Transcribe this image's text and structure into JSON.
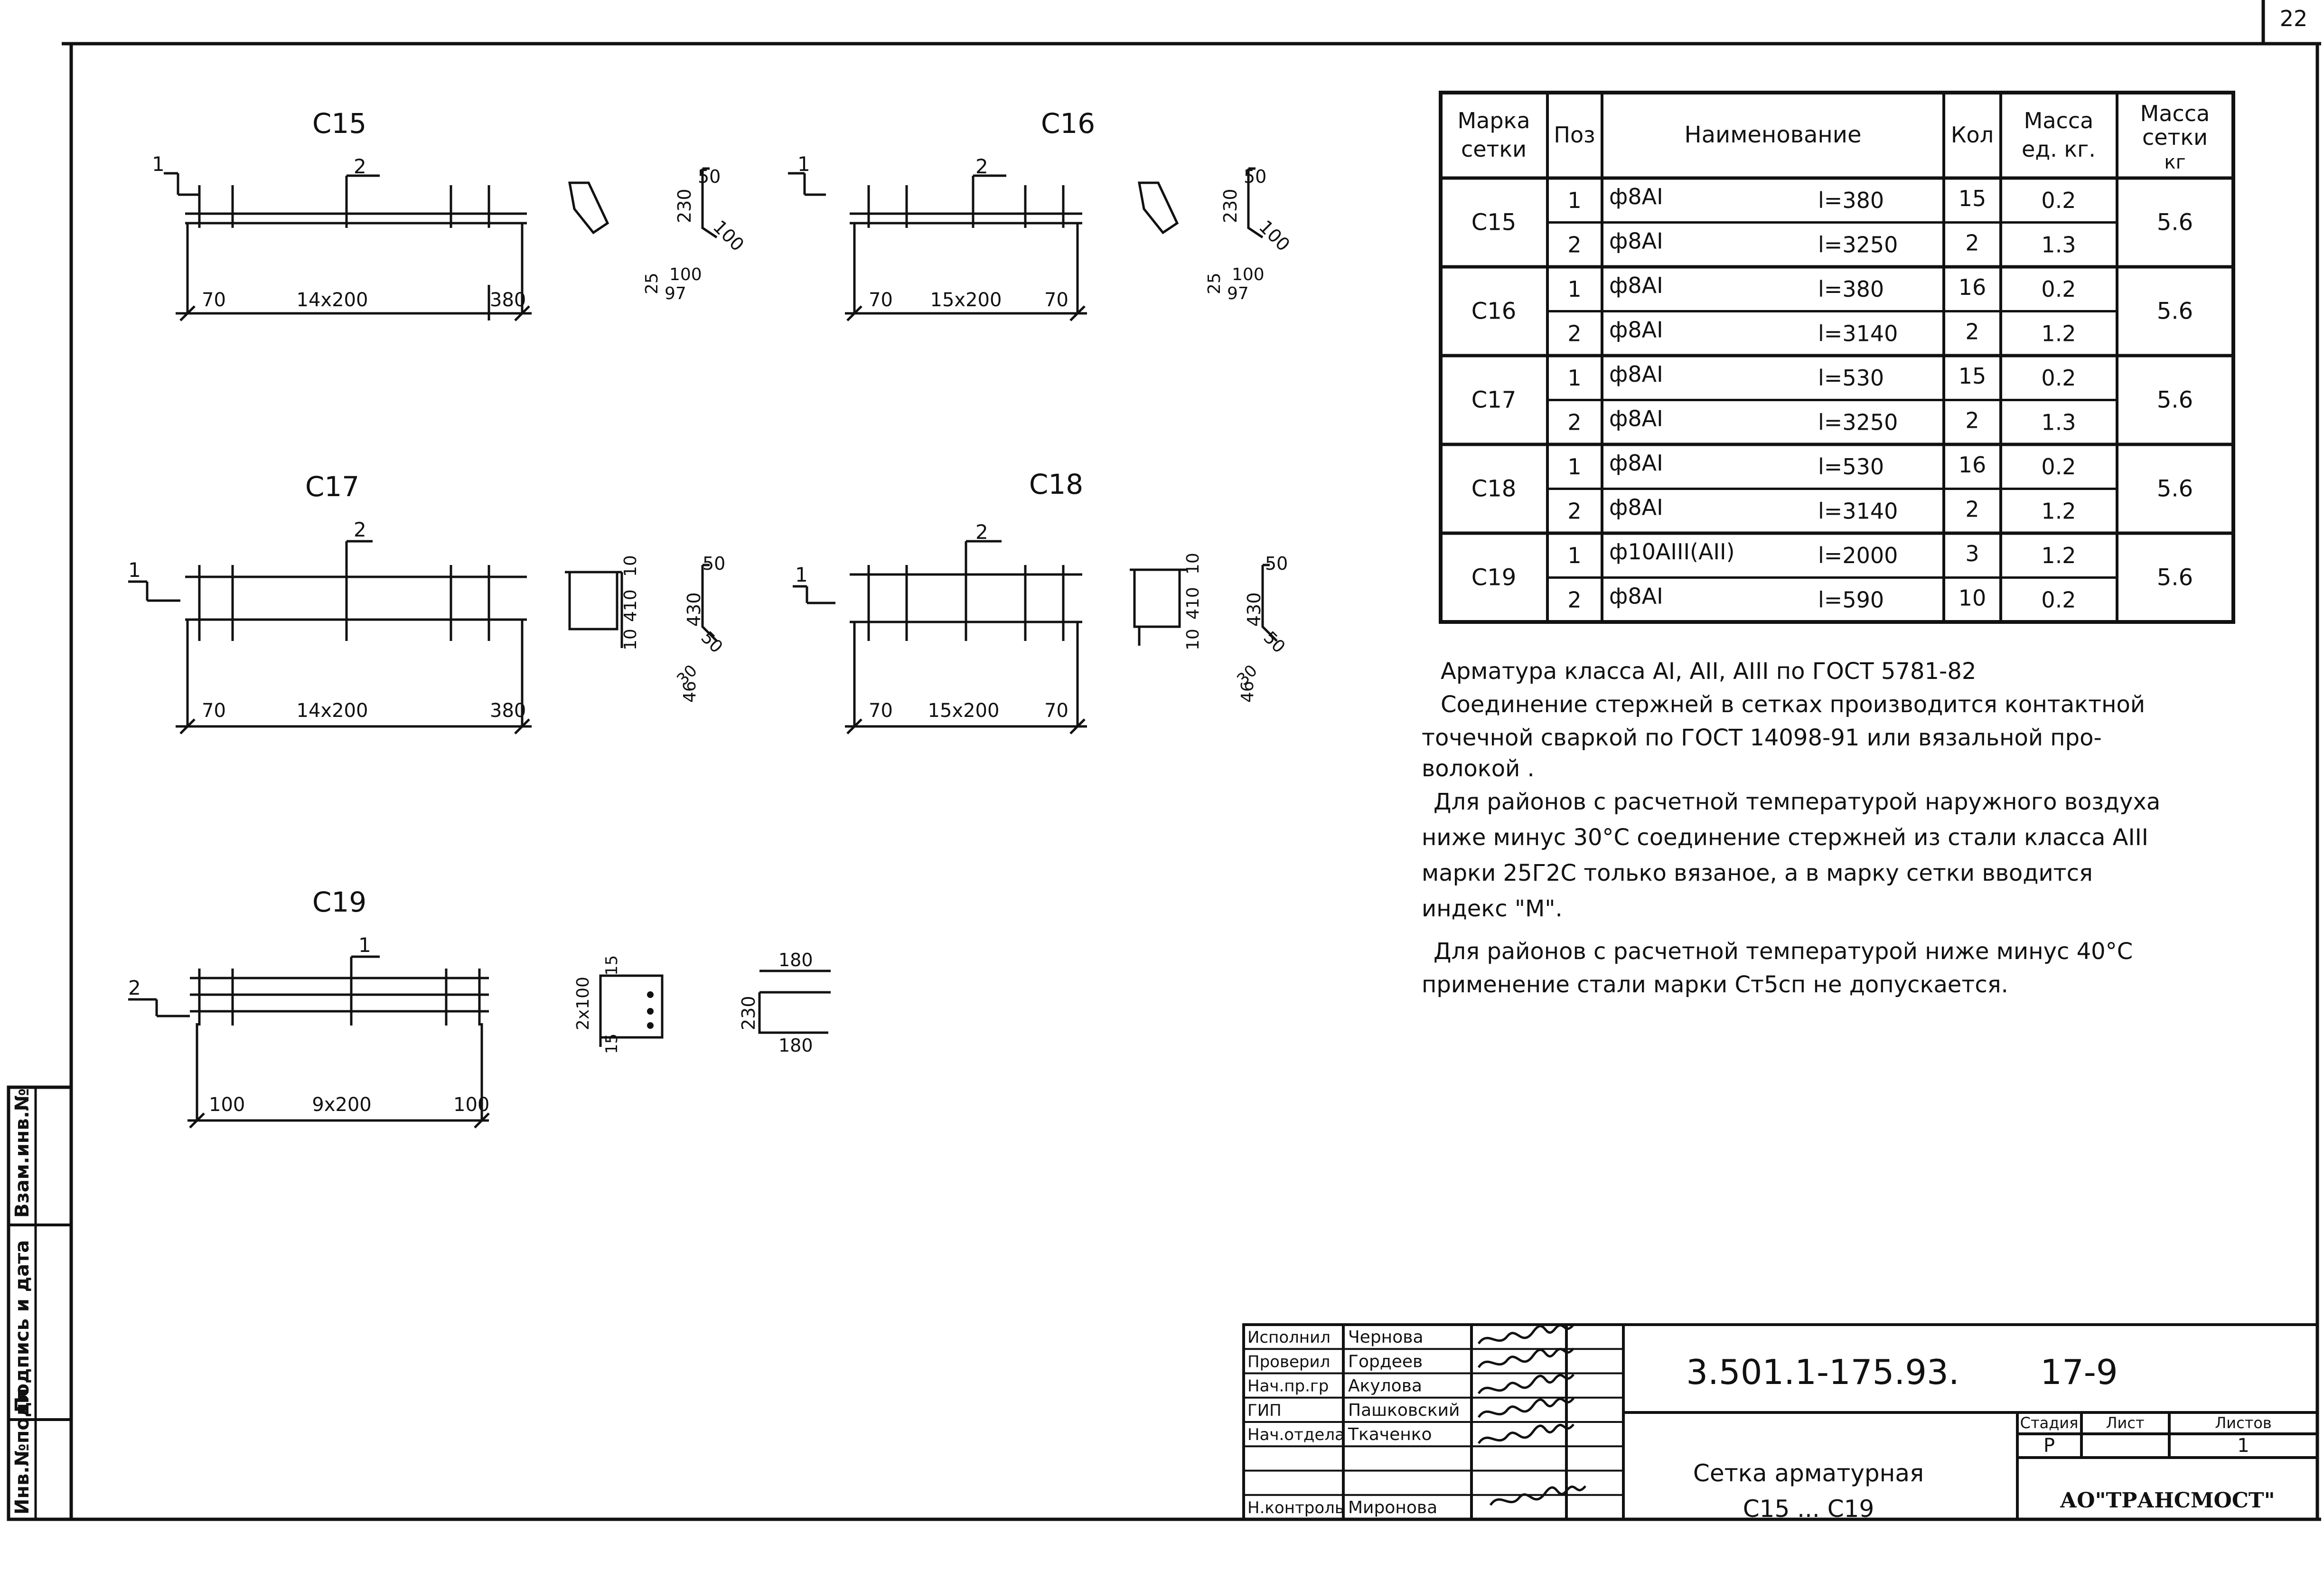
{
  "page_number": "22",
  "side_stamp": [
    "Инв.№подл",
    "Подпись и дата",
    "Взам.инв.№"
  ],
  "drawings": {
    "c15": {
      "title": "С15",
      "dims": [
        "70",
        "14x200",
        "380"
      ],
      "pos": [
        "1",
        "2"
      ],
      "sec1": [
        "230",
        "50",
        "100"
      ],
      "sec2": [
        "25",
        "100",
        "97"
      ]
    },
    "c16": {
      "title": "С16",
      "dims": [
        "70",
        "15x200",
        "70"
      ],
      "pos": [
        "1",
        "2"
      ],
      "sec1": [
        "230",
        "50",
        "100"
      ],
      "sec2": [
        "25",
        "100",
        "97"
      ]
    },
    "c17": {
      "title": "С17",
      "dims": [
        "70",
        "14x200",
        "380"
      ],
      "pos": [
        "1",
        "2"
      ],
      "sec1": [
        "10",
        "410",
        "10"
      ],
      "sec2": [
        "430",
        "50",
        "50",
        "46",
        "30"
      ]
    },
    "c18": {
      "title": "С18",
      "dims": [
        "70",
        "15x200",
        "70"
      ],
      "pos": [
        "1",
        "2"
      ],
      "sec1": [
        "10",
        "410",
        "10"
      ],
      "sec2": [
        "430",
        "50",
        "50",
        "46",
        "30"
      ]
    },
    "c19": {
      "title": "С19",
      "dims": [
        "100",
        "9x200",
        "100"
      ],
      "pos": [
        "1",
        "2"
      ],
      "sec1": [
        "2x100",
        "15",
        "15"
      ],
      "sec2": [
        "180",
        "230",
        "180"
      ]
    }
  },
  "spec_table": {
    "headers": [
      "Марка сетки",
      "Поз",
      "Наименование",
      "Кол",
      "Масса ед. кг.",
      "Масса сетки кг"
    ],
    "groups": [
      {
        "mark": "С15",
        "mass": "5.6",
        "rows": [
          {
            "pos": "1",
            "name": "ф8AI",
            "len": "l=380",
            "qty": "15",
            "unit": "0.2"
          },
          {
            "pos": "2",
            "name": "ф8AI",
            "len": "l=3250",
            "qty": "2",
            "unit": "1.3"
          }
        ]
      },
      {
        "mark": "С16",
        "mass": "5.6",
        "rows": [
          {
            "pos": "1",
            "name": "ф8AI",
            "len": "l=380",
            "qty": "16",
            "unit": "0.2"
          },
          {
            "pos": "2",
            "name": "ф8AI",
            "len": "l=3140",
            "qty": "2",
            "unit": "1.2"
          }
        ]
      },
      {
        "mark": "С17",
        "mass": "5.6",
        "rows": [
          {
            "pos": "1",
            "name": "ф8AI",
            "len": "l=530",
            "qty": "15",
            "unit": "0.2"
          },
          {
            "pos": "2",
            "name": "ф8AI",
            "len": "l=3250",
            "qty": "2",
            "unit": "1.3"
          }
        ]
      },
      {
        "mark": "С18",
        "mass": "5.6",
        "rows": [
          {
            "pos": "1",
            "name": "ф8AI",
            "len": "l=530",
            "qty": "16",
            "unit": "0.2"
          },
          {
            "pos": "2",
            "name": "ф8AI",
            "len": "l=3140",
            "qty": "2",
            "unit": "1.2"
          }
        ]
      },
      {
        "mark": "С19",
        "mass": "5.6",
        "rows": [
          {
            "pos": "1",
            "name": "ф10AIII(AII)",
            "len": "l=2000",
            "qty": "3",
            "unit": "1.2"
          },
          {
            "pos": "2",
            "name": "ф8AI",
            "len": "l=590",
            "qty": "10",
            "unit": "0.2"
          }
        ]
      }
    ]
  },
  "notes": [
    "Арматура класса AI, AII, AIII по ГОСТ 5781-82",
    "Соединение стержней в сетках производится контактной",
    "точечной сваркой по ГОСТ 14098-91 или вязальной про-",
    "волокой .",
    "Для районов с расчетной температурой наружного воздуха",
    "ниже минус 30°С соединение стержней из стали класса AIII",
    "марки 25Г2С только вязаное, а в марку сетки вводится",
    "индекс \"М\".",
    "Для районов с расчетной температурой ниже минус 40°С",
    "применение стали марки Ст5сп не допускается."
  ],
  "title_block": {
    "roles": [
      "Исполнил",
      "Проверил",
      "Нач.пр.гр",
      "ГИП",
      "Нач.отдела",
      "",
      "",
      "Н.контроль"
    ],
    "names": [
      "Чернова",
      "Гордеев",
      "Акулова",
      "Пашковский",
      "Ткаченко",
      "",
      "",
      "Миронова"
    ],
    "code": "3.501.1-175.93.",
    "sheet_code": "17-9",
    "title_line1": "Сетка арматурная",
    "title_line2": "С15 ... С19",
    "stage_label": "Стадия",
    "sheet_label": "Лист",
    "sheets_label": "Листов",
    "stage": "Р",
    "sheet": "",
    "sheets": "1",
    "org": "АО\"ТРАНСМОСТ\""
  }
}
